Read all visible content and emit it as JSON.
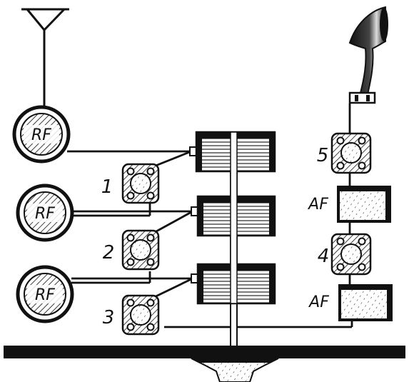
{
  "diagram": {
    "rf_units": [
      "RF",
      "RF",
      "RF"
    ],
    "af_units": [
      "AF",
      "AF"
    ],
    "socket_numbers": [
      "1",
      "2",
      "3",
      "4",
      "5"
    ]
  },
  "colors": {
    "ink": "#111111",
    "paper": "#ffffff"
  }
}
